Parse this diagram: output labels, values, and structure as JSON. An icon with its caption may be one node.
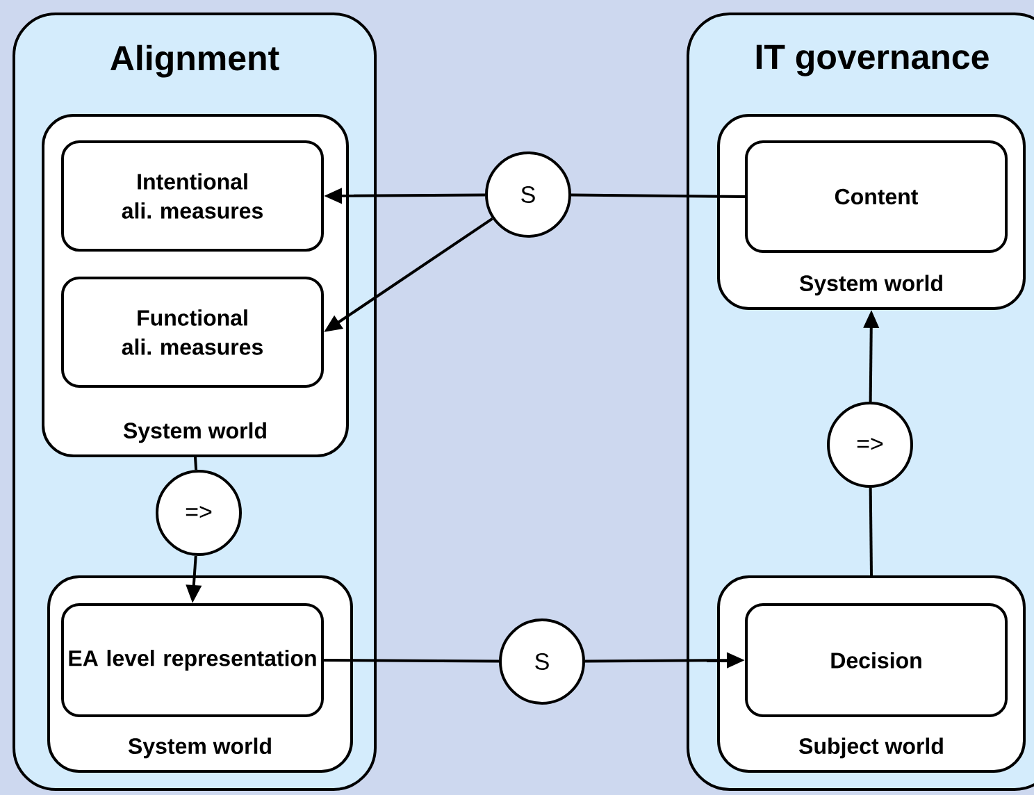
{
  "diagram": {
    "nodes": [
      {
        "text": [
          "Alignment"
        ]
      },
      {
        "text": [
          "System world"
        ],
        "in": 0
      },
      {
        "text": [
          "Intentional ali. measures"
        ],
        "in": 1
      },
      {
        "text": [
          "Functional ali. measures"
        ],
        "in": 1
      },
      {
        "text": [
          "=>"
        ],
        "in": 0
      },
      {
        "text": [
          "System world"
        ],
        "in": 0
      },
      {
        "text": [
          "EA level representation"
        ],
        "in": 5
      },
      {
        "text": [
          "IT governance"
        ]
      },
      {
        "text": [
          "System world"
        ],
        "in": 7
      },
      {
        "text": [
          "Content"
        ],
        "in": 8
      },
      {
        "text": [
          "=>"
        ],
        "in": 7
      },
      {
        "text": [
          "Subject world"
        ],
        "in": 7
      },
      {
        "text": [
          "Decision"
        ],
        "in": 11
      },
      {
        "text": [
          "S"
        ]
      },
      {
        "text": [
          "S"
        ]
      }
    ],
    "edges": [
      {
        "from": 13,
        "to": 2,
        "arrow": "to"
      },
      {
        "from": 13,
        "to": 3,
        "arrow": "to"
      },
      {
        "from": 13,
        "to": 9,
        "arrow": "none"
      },
      {
        "from": 1,
        "to": 4,
        "arrow": "none"
      },
      {
        "from": 4,
        "to": 6,
        "arrow": "to"
      },
      {
        "from": 6,
        "to": 14,
        "arrow": "none"
      },
      {
        "from": 14,
        "to": 12,
        "arrow": "to"
      },
      {
        "from": 11,
        "to": 10,
        "arrow": "none"
      },
      {
        "from": 10,
        "to": 8,
        "arrow": "to"
      }
    ]
  }
}
